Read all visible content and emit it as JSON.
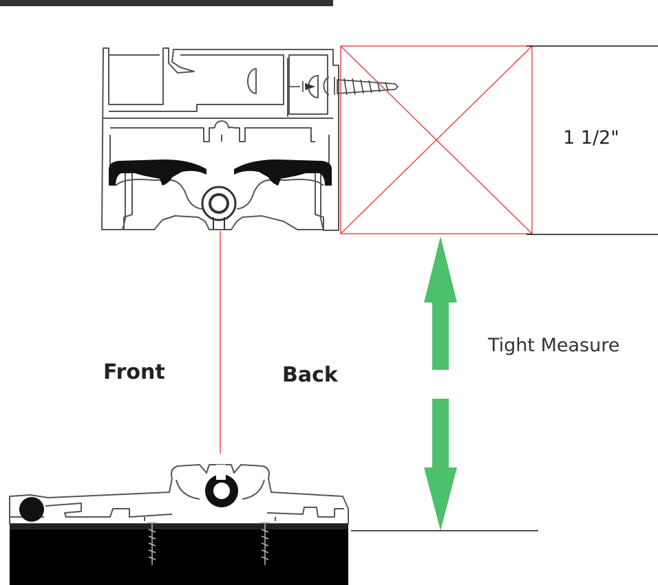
{
  "labels": {
    "dimension": "1 1/2\"",
    "tight_measure": "Tight Measure",
    "front": "Front",
    "back": "Back"
  },
  "colors": {
    "red_line": "#e8484a",
    "green_arrow": "#4cc06a",
    "profile_stroke": "#555555",
    "dark_fill": "#000000"
  },
  "icons": [
    "screw-icon",
    "wood-block-icon",
    "arrow-up-icon",
    "arrow-down-icon"
  ]
}
